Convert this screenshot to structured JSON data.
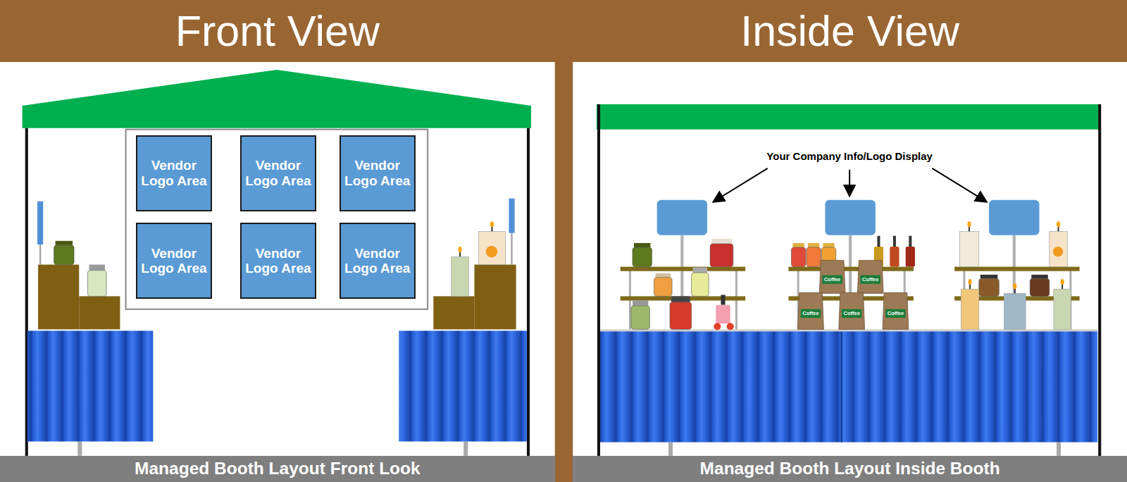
{
  "diagram": {
    "nodes": [
      {
        "text": [
          "Front View"
        ]
      },
      {
        "text": [
          "Inside View"
        ]
      },
      {
        "text": [
          "Vendor Logo Area"
        ]
      },
      {
        "text": [
          "Vendor Logo Area"
        ]
      },
      {
        "text": [
          "Vendor Logo Area"
        ]
      },
      {
        "text": [
          "Vendor Logo Area"
        ]
      },
      {
        "text": [
          "Vendor Logo Area"
        ]
      },
      {
        "text": [
          "Vendor Logo Area"
        ]
      },
      {
        "text": [
          "Managed Booth Layout Front Look"
        ]
      },
      {
        "text": [
          "Managed Booth Layout Inside Booth"
        ]
      }
    ],
    "labels": [
      "Your Company Info/Logo Display",
      "Coffee",
      "Coffee",
      "Coffee",
      "Coffee",
      "Coffee"
    ]
  }
}
